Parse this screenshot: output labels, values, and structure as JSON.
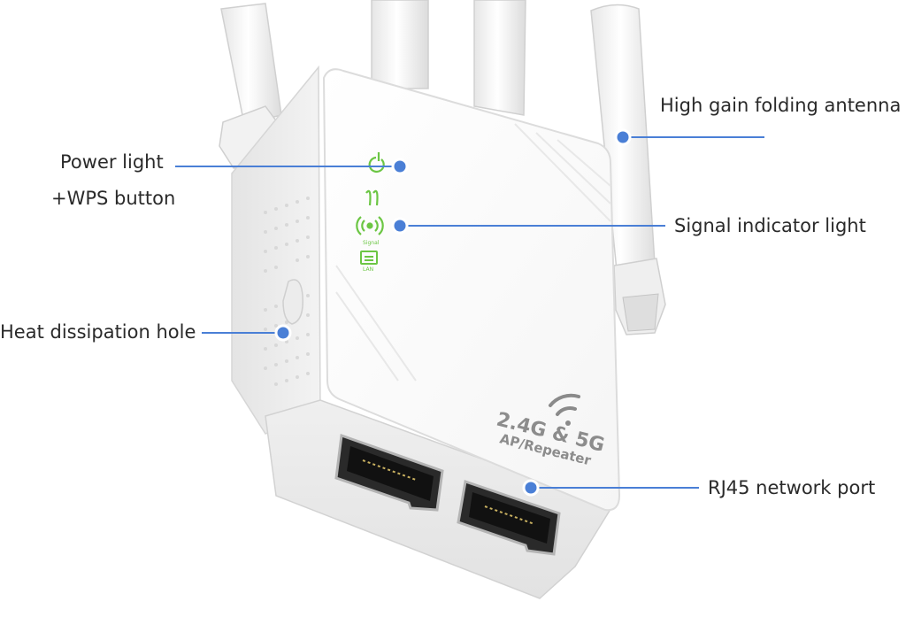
{
  "labels": {
    "power_light": "Power light",
    "wps_button": "+WPS button",
    "heat_hole": "Heat dissipation hole",
    "antenna": "High gain folding antenna",
    "signal_light": "Signal indicator light",
    "rj45_port": "RJ45 network port"
  },
  "device": {
    "band_text": "2.4G & 5G",
    "mode_text": "AP/Repeater",
    "led_power": "Power",
    "led_signal": "Signal",
    "led_lan": "LAN"
  },
  "colors": {
    "callout_line": "#4a7fd6",
    "callout_dot": "#4a7fd6",
    "led_green": "#6cc644",
    "device_body": "#f4f4f4",
    "text": "#2a2a2a"
  },
  "icons": [
    "power-led-icon",
    "signal-led-icon",
    "wifi-icon",
    "lan-led-icon",
    "callout-dot-icon"
  ]
}
